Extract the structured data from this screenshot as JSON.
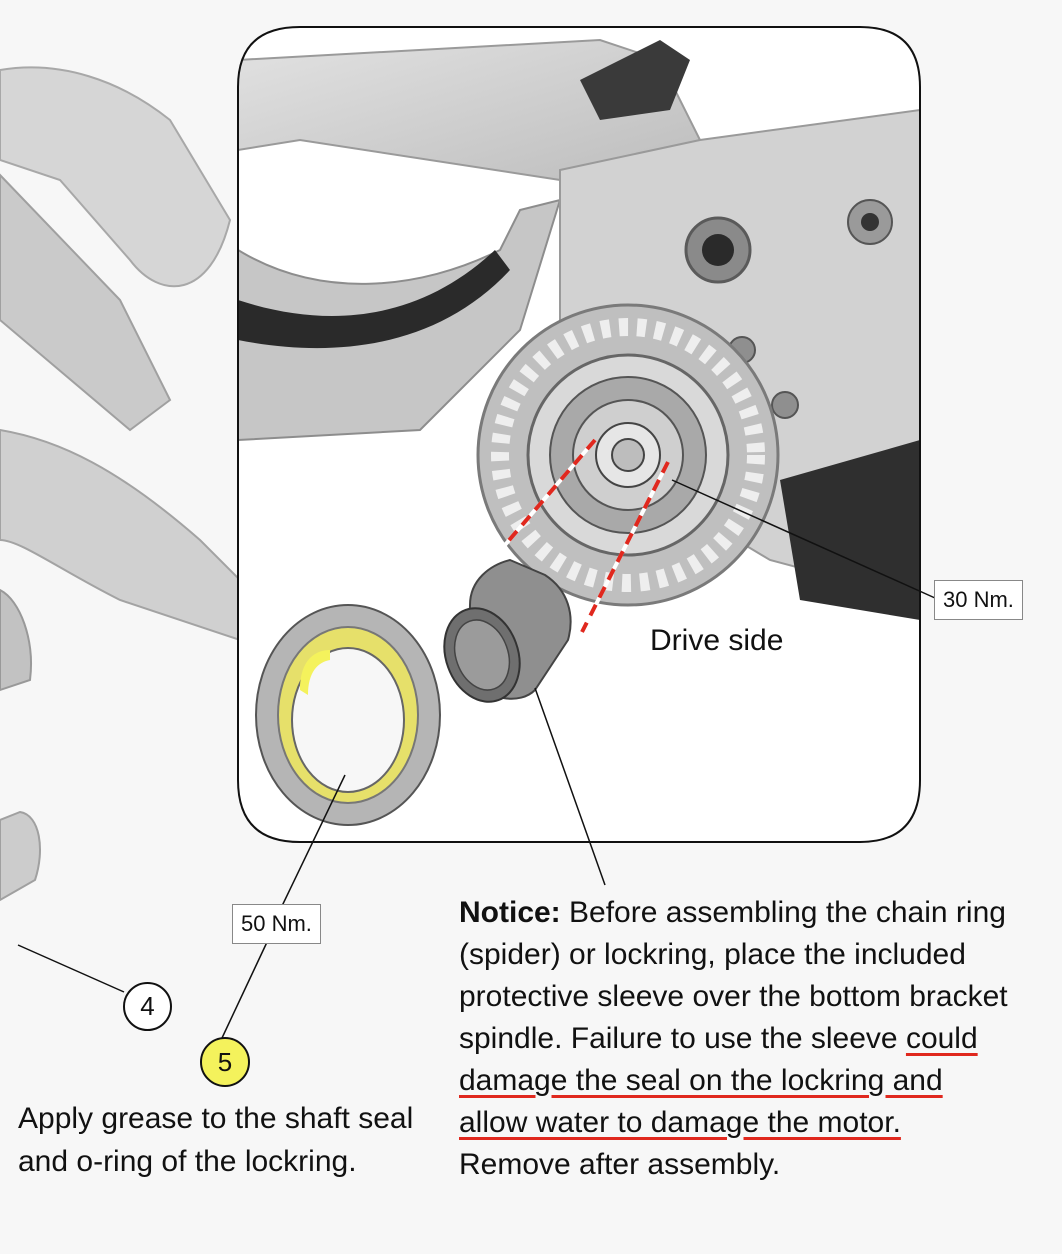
{
  "labels": {
    "torque_spindle": "30 Nm.",
    "torque_lockring": "50 Nm.",
    "drive_side": "Drive side",
    "callout_4": "4",
    "callout_5": "5"
  },
  "grease_note": "Apply grease to the shaft seal and o-ring of the lockring.",
  "notice": {
    "heading": "Notice:",
    "intro": " Before assembling the chain ring (spider) or lockring, place the included protective sleeve over the bottom bracket spindle. Failure to use the sleeve ",
    "warning": "could damage the seal on the lockring and allow water to damage the motor.",
    "outro": " Remove after assembly."
  },
  "colors": {
    "background": "#f7f7f7",
    "frame_gray": "#cfcfcf",
    "highlight_yellow": "#f4f25c",
    "warning_red": "#e0281e"
  }
}
